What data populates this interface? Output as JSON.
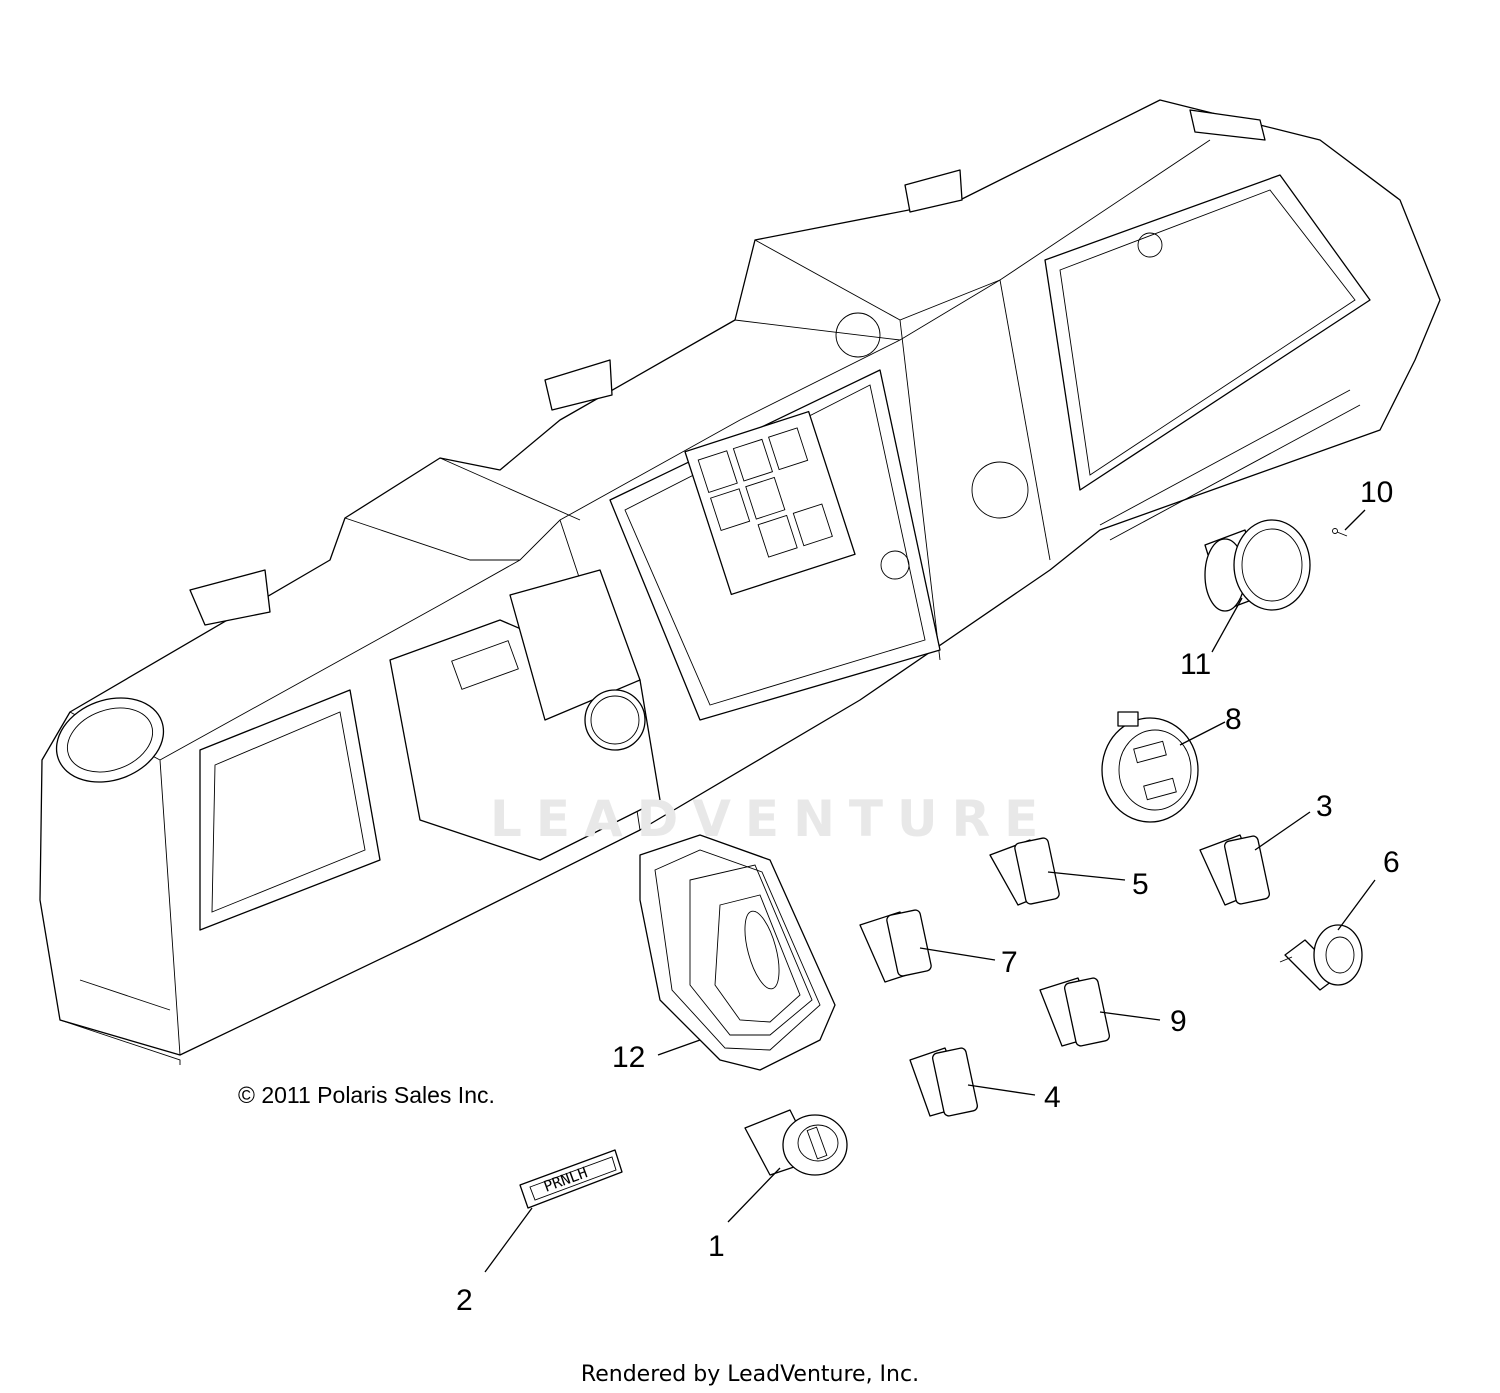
{
  "diagram": {
    "copyright": "© 2011 Polaris Sales Inc.",
    "footer": "Rendered by LeadVenture, Inc.",
    "watermark": "LEADVENTURE",
    "gear_plate_text": "PRNLH",
    "callouts": [
      {
        "id": "1",
        "part": "ignition-switch"
      },
      {
        "id": "2",
        "part": "gear-indicator-plate"
      },
      {
        "id": "3",
        "part": "rocker-switch"
      },
      {
        "id": "4",
        "part": "rocker-switch"
      },
      {
        "id": "5",
        "part": "rocker-switch"
      },
      {
        "id": "6",
        "part": "power-outlet"
      },
      {
        "id": "7",
        "part": "rocker-switch"
      },
      {
        "id": "8",
        "part": "usb-charger"
      },
      {
        "id": "9",
        "part": "rocker-switch"
      },
      {
        "id": "10",
        "part": "screw"
      },
      {
        "id": "11",
        "part": "gauge-cup"
      },
      {
        "id": "12",
        "part": "shift-boot"
      }
    ]
  }
}
